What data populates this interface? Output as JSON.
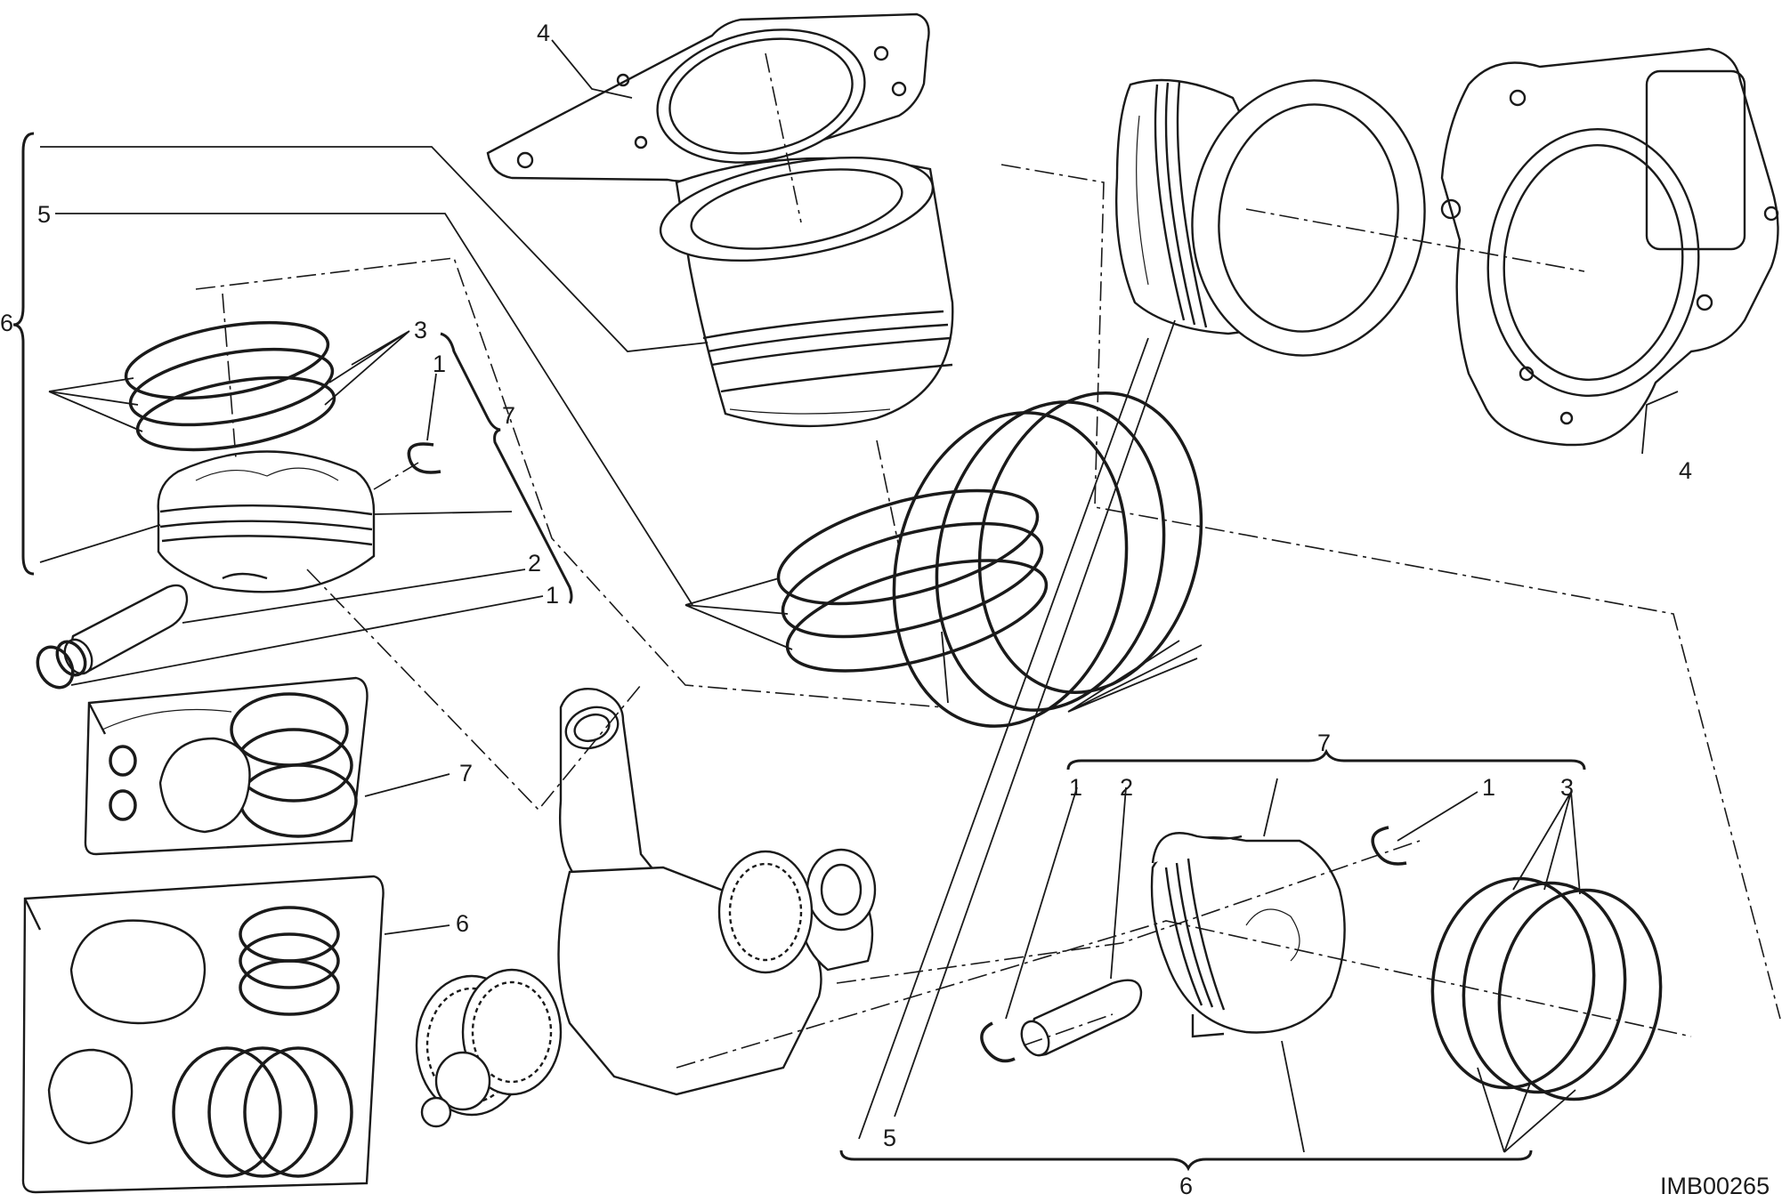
{
  "diagram": {
    "callouts": {
      "c4_top": "4",
      "c5_left": "5",
      "c6_left": "6",
      "c3_left": "3",
      "c1_left_a": "1",
      "c7_left": "7",
      "c2_left": "2",
      "c1_left_b": "1",
      "c7_kit": "7",
      "c6_kit": "6",
      "c4_right": "4",
      "c7_right": "7",
      "c1_right_a": "1",
      "c2_right": "2",
      "c1_right_b": "1",
      "c3_right": "3",
      "c5_right": "5",
      "c6_right": "6"
    },
    "image_code": "IMB00265"
  }
}
